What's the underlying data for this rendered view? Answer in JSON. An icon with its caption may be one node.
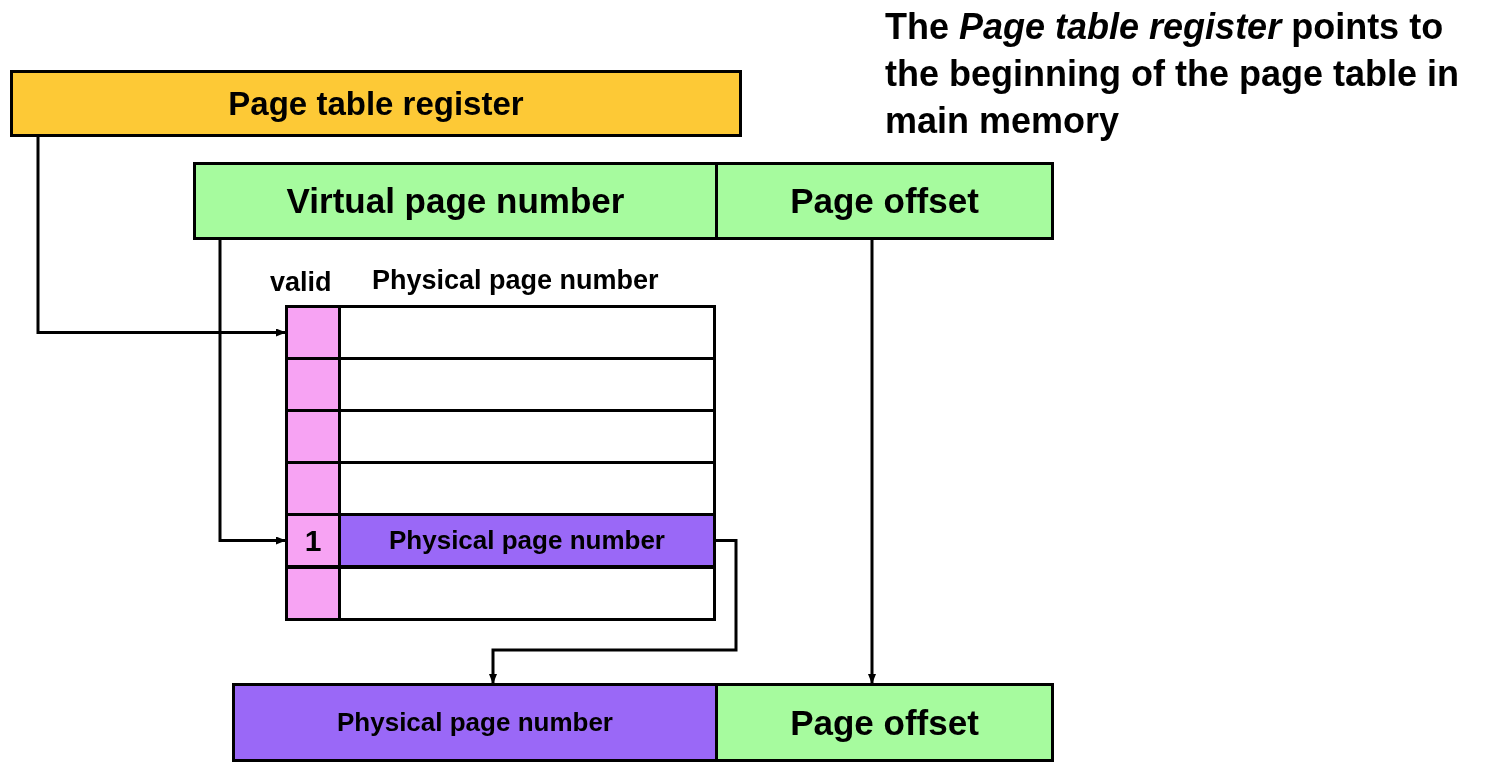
{
  "diagram": {
    "nodes": [
      {
        "text": [
          "Page table register"
        ]
      },
      {
        "text": [
          "Virtual page number"
        ]
      },
      {
        "text": [
          "Page offset"
        ]
      },
      {
        "text": [],
        "shape": "box"
      },
      {
        "text": [],
        "shape": "box"
      },
      {
        "text": [],
        "shape": "box"
      },
      {
        "text": [],
        "shape": "box"
      },
      {
        "text": [],
        "shape": "box"
      },
      {
        "text": [],
        "shape": "box"
      },
      {
        "text": [],
        "shape": "box"
      },
      {
        "text": [],
        "shape": "box"
      },
      {
        "text": [
          "1"
        ]
      },
      {
        "text": [
          "Physical page number"
        ]
      },
      {
        "text": [],
        "shape": "box"
      },
      {
        "text": [],
        "shape": "box"
      },
      {
        "text": [
          "Physical page number"
        ]
      },
      {
        "text": [
          "Page offset"
        ]
      }
    ],
    "edges": [
      {
        "from": 0,
        "to": 3,
        "arrow": "to"
      },
      {
        "from": 1,
        "to": 11,
        "arrow": "to"
      },
      {
        "from": 12,
        "to": 15,
        "arrow": "to"
      },
      {
        "from": 2,
        "to": 16,
        "arrow": "to"
      }
    ],
    "labels": [
      "The *Page table register* points to the beginning of the page table in main memory",
      "valid",
      "Physical page number"
    ]
  }
}
